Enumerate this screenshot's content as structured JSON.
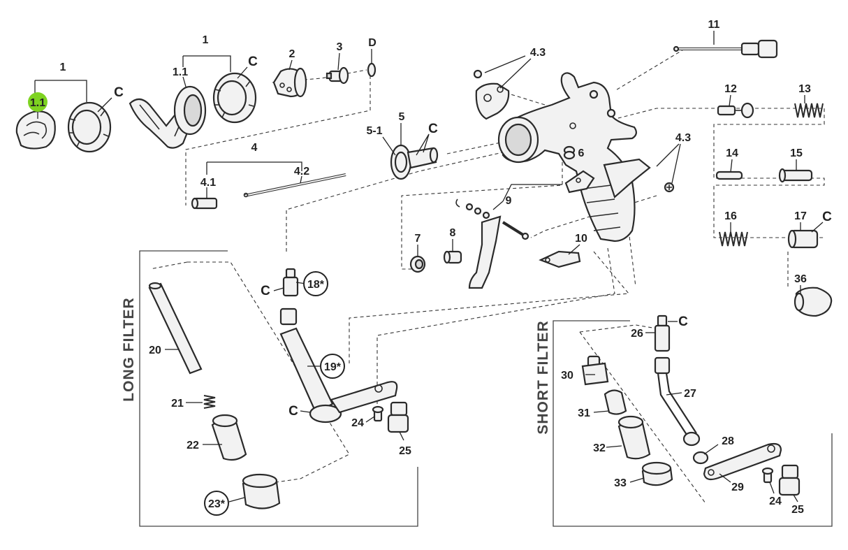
{
  "callouts": {
    "l_1a": "1",
    "l_1_1a": "1.1",
    "l_ca": "C",
    "l_1b": "1",
    "l_1_1b": "1.1",
    "l_cb": "C",
    "l_2": "2",
    "l_3": "3",
    "l_d": "D",
    "l_4": "4",
    "l_4_1": "4.1",
    "l_4_2": "4.2",
    "l_5": "5",
    "l_5_1": "5-1",
    "l_c5": "C",
    "l_4_3a": "4.3",
    "l_4_3b": "4.3",
    "l_6": "6",
    "l_7": "7",
    "l_8": "8",
    "l_9": "9",
    "l_10": "10",
    "l_11": "11",
    "l_12": "12",
    "l_13": "13",
    "l_14": "14",
    "l_15": "15",
    "l_16": "16",
    "l_17": "17",
    "l_c17": "C",
    "l_36": "36",
    "l_18": "18*",
    "l_c18": "C",
    "l_19": "19*",
    "l_c19": "C",
    "l_20": "20",
    "l_21": "21",
    "l_22": "22",
    "l_23": "23*",
    "l_24a": "24",
    "l_25a": "25",
    "l_26": "26",
    "l_c26": "C",
    "l_27": "27",
    "l_28": "28",
    "l_29": "29",
    "l_30": "30",
    "l_31": "31",
    "l_32": "32",
    "l_33": "33",
    "l_24b": "24",
    "l_25b": "25"
  },
  "sections": {
    "long_filter": "LONG FILTER",
    "short_filter": "SHORT FILTER"
  },
  "highlight_color": "#7ed321"
}
